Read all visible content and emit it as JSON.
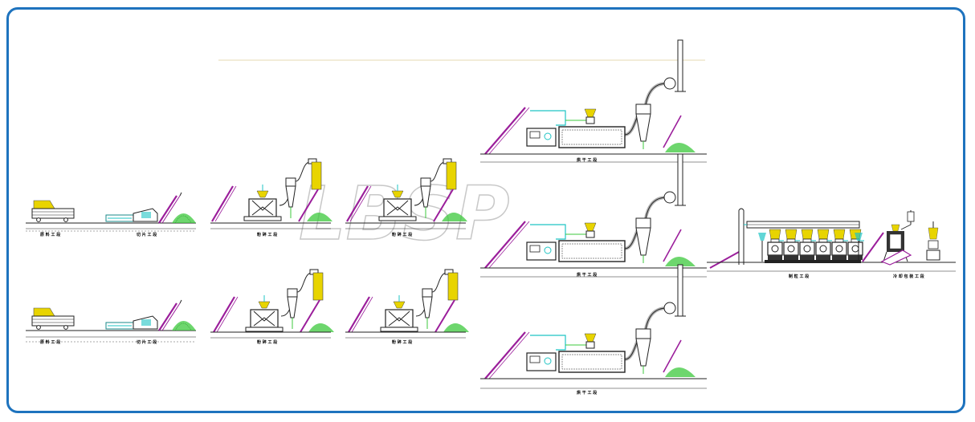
{
  "watermark": "LBSP",
  "colors": {
    "frame": "#1e73be",
    "conveyor": "#9b1e9b",
    "pipe": "#1fc4c4",
    "sawdust": "#3cc83c",
    "bin": "#e8d400",
    "machine": "#222222"
  },
  "stage_labels": {
    "r1_a": "原 料 工 段",
    "r1_b": "切 片 工 段",
    "r1_c": "粉 碎 工 段",
    "r1_d": "粉 碎 工 段",
    "r2_a": "原 料 工 段",
    "r2_b": "切 片 工 段",
    "r2_c": "粉 碎 工 段",
    "r2_d": "粉 碎 工 段",
    "dry_1": "烘 干 工 段",
    "dry_2": "烘 干 工 段",
    "dry_3": "烘 干 工 段",
    "pellet": "制 粒 工 段",
    "pack": "冷 却 包 装 工 段"
  }
}
